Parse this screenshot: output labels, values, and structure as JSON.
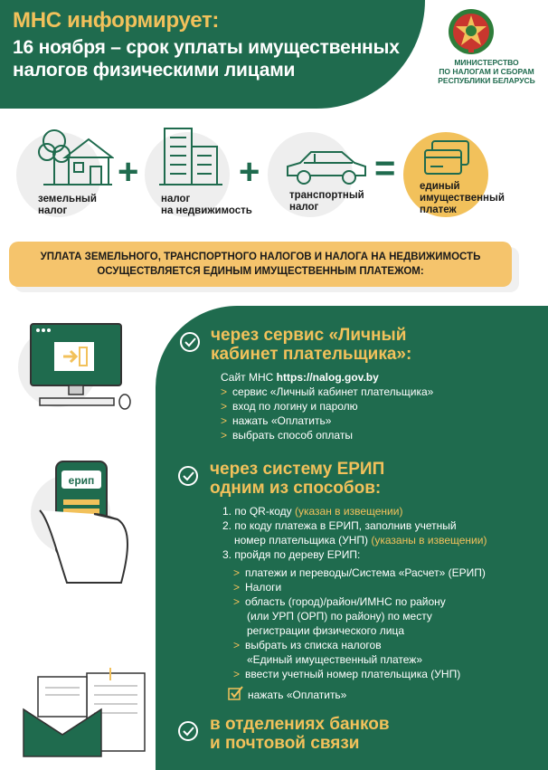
{
  "header": {
    "title_line1": "МНС информирует:",
    "title_line2": "16 ноября – срок уплаты имущественных налогов физическими лицами",
    "ministry_line1": "МИНИСТЕРСТВО",
    "ministry_line2": "ПО НАЛОГАМ И СБОРАМ",
    "ministry_line3": "РЕСПУБЛИКИ БЕЛАРУСЬ"
  },
  "equation": {
    "land_line1": "земельный",
    "land_line2": "налог",
    "property_line1": "налог",
    "property_line2": "на недвижимость",
    "transport_line1": "транспортный",
    "transport_line2": "налог",
    "single_line1": "единый",
    "single_line2": "имущественный",
    "single_line3": "платеж",
    "plus": "+",
    "equals": "="
  },
  "banner": {
    "line1": "УПЛАТА ЗЕМЕЛЬНОГО, ТРАНСПОРТНОГО НАЛОГОВ И НАЛОГА НА НЕДВИЖИМОСТЬ",
    "line2": "ОСУЩЕСТВЛЯЕТСЯ ЕДИНЫМ ИМУЩЕСТВЕННЫМ ПЛАТЕЖОМ:"
  },
  "section1": {
    "title_line1": "через сервис «Личный",
    "title_line2": "кабинет плательщика»:",
    "site_prefix": "Сайт МНС ",
    "site_url": "https://nalog.gov.by",
    "arrow": ">",
    "steps": [
      "сервис «Личный кабинет плательщика»",
      "вход по логину и паролю",
      "нажать «Оплатить»",
      "выбрать способ оплаты"
    ]
  },
  "section2": {
    "title_line1": "через систему ЕРИП",
    "title_line2": "одним из способов:",
    "phone_brand": "ерип",
    "item1_text": "1. по QR-коду ",
    "item1_note": "(указан в извещении)",
    "item2_line1": "2. по коду платежа в ЕРИП, заполнив учетный",
    "item2_line2": "номер плательщика (УНП) ",
    "item2_note": "(указаны в извещении)",
    "item3": "3. пройдя по дереву ЕРИП:",
    "tree": [
      "платежи и переводы/Система «Расчет» (ЕРИП)",
      "Налоги",
      "область (город)/район/ИМНС по району",
      "(или УРП (ОРП) по району) по месту",
      "регистрации физического лица",
      "выбрать из списка налогов",
      "«Единый имущественный платеж»",
      "ввести учетный номер плательщика (УНП)"
    ],
    "final_step": "нажать «Оплатить»"
  },
  "section3": {
    "title_line1": "в отделениях банков",
    "title_line2": "и почтовой связи"
  },
  "colors": {
    "green": "#1f6b4e",
    "gold": "#f2c15b",
    "banner": "#f5c46c"
  }
}
